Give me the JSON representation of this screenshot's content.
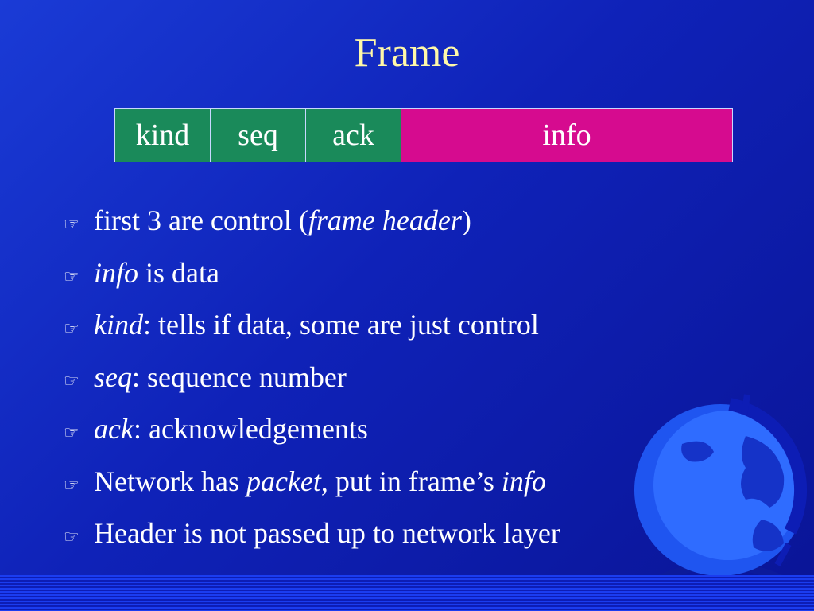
{
  "title": "Frame",
  "frame_fields": [
    {
      "label": "kind"
    },
    {
      "label": "seq"
    },
    {
      "label": "ack"
    },
    {
      "label": "info"
    }
  ],
  "bullet_icon": "pointing-hand-icon",
  "bullets": [
    {
      "parts": [
        {
          "text": "first 3 are control (",
          "italic": false
        },
        {
          "text": "frame header",
          "italic": true
        },
        {
          "text": ")",
          "italic": false
        }
      ]
    },
    {
      "parts": [
        {
          "text": "info",
          "italic": true
        },
        {
          "text": " is data",
          "italic": false
        }
      ]
    },
    {
      "parts": [
        {
          "text": "kind",
          "italic": true
        },
        {
          "text": ": tells if data, some are just control",
          "italic": false
        }
      ]
    },
    {
      "parts": [
        {
          "text": "seq",
          "italic": true
        },
        {
          "text": ": sequence number",
          "italic": false
        }
      ]
    },
    {
      "parts": [
        {
          "text": "ack",
          "italic": true
        },
        {
          "text": ": acknowledgements",
          "italic": false
        }
      ]
    },
    {
      "parts": [
        {
          "text": "Network has ",
          "italic": false
        },
        {
          "text": "packet",
          "italic": true
        },
        {
          "text": ", put in frame’s ",
          "italic": false
        },
        {
          "text": "info",
          "italic": true
        }
      ]
    },
    {
      "parts": [
        {
          "text": "Header is not passed up to network layer",
          "italic": false
        }
      ]
    }
  ],
  "colors": {
    "background": "#1230c8",
    "title": "#fff8a8",
    "control_cells": "#1a8a5a",
    "info_cell": "#d60b8f"
  },
  "decoration": "globe-icon"
}
